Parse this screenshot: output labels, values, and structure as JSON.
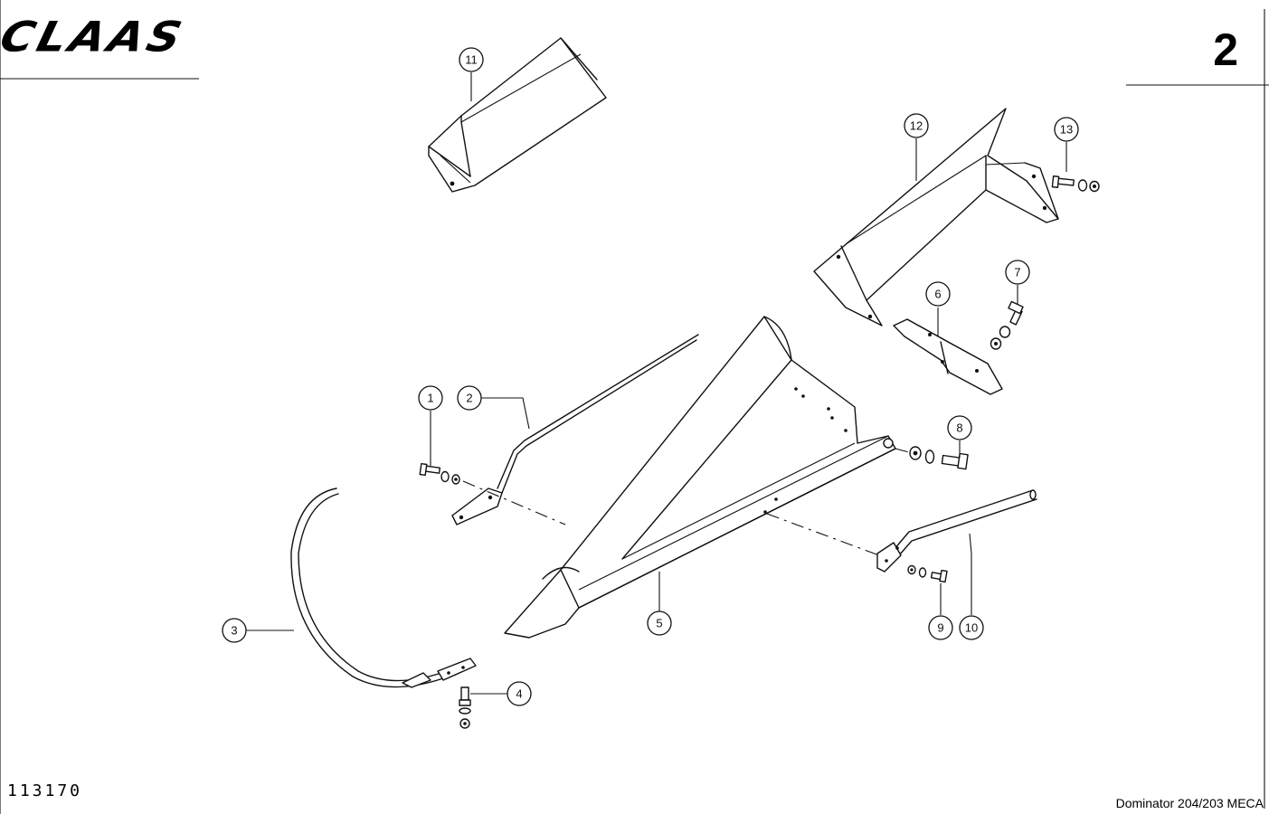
{
  "header": {
    "brand": "CLAAS",
    "page_number": "2"
  },
  "footer": {
    "figure_number": "113170",
    "model": "Dominator 204/203 MECA"
  },
  "callouts": [
    "1",
    "2",
    "3",
    "4",
    "5",
    "6",
    "7",
    "8",
    "9",
    "10",
    "11",
    "12",
    "13"
  ]
}
